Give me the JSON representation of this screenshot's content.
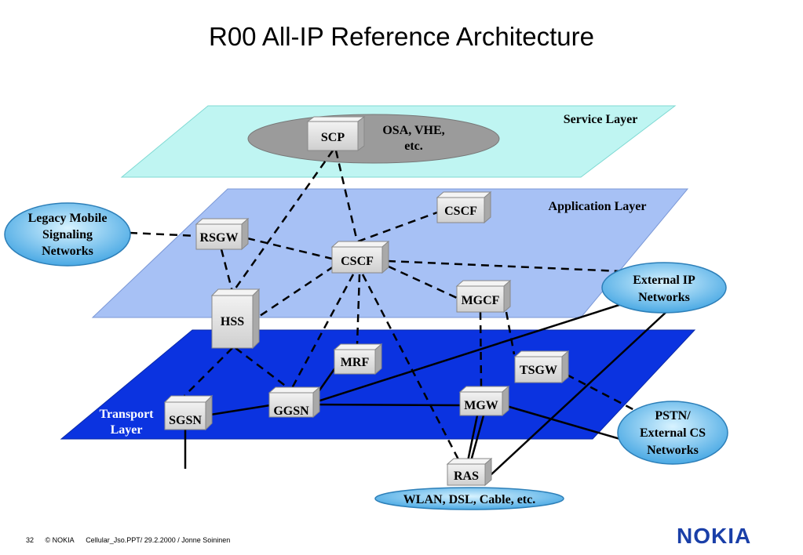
{
  "title": "R00 All-IP Reference Architecture",
  "colors": {
    "service_layer": "#bff5f2",
    "application_layer": "#a7c1f5",
    "transport_layer": "#0b33e0",
    "node_face": "#dcdcdc",
    "oval_blue": "#63b8ea",
    "oval_grey": "#9b9b9b"
  },
  "layers": {
    "service": "Service Layer",
    "application": "Application Layer",
    "transport_line1": "Transport",
    "transport_line2": "Layer"
  },
  "nodes": {
    "scp": "SCP",
    "cscf_top": "CSCF",
    "rsgw": "RSGW",
    "cscf_main": "CSCF",
    "mgcf": "MGCF",
    "hss": "HSS",
    "mrf": "MRF",
    "tsgw": "TSGW",
    "ggsn": "GGSN",
    "mgw": "MGW",
    "sgsn": "SGSN",
    "ras": "RAS"
  },
  "networks": {
    "osa_line1": "OSA, VHE,",
    "osa_line2": "etc.",
    "legacy_line1": "Legacy Mobile",
    "legacy_line2": "Signaling",
    "legacy_line3": "Networks",
    "external_ip_line1": "External IP",
    "external_ip_line2": "Networks",
    "pstn_line1": "PSTN/",
    "pstn_line2": "External CS",
    "pstn_line3": "Networks",
    "access": "WLAN, DSL, Cable, etc."
  },
  "footer": {
    "page": "32",
    "copyright": "© NOKIA",
    "file": "Cellular_Jso.PPT/ 29.2.2000 / Jonne Soininen"
  },
  "logo": "NOKIA"
}
